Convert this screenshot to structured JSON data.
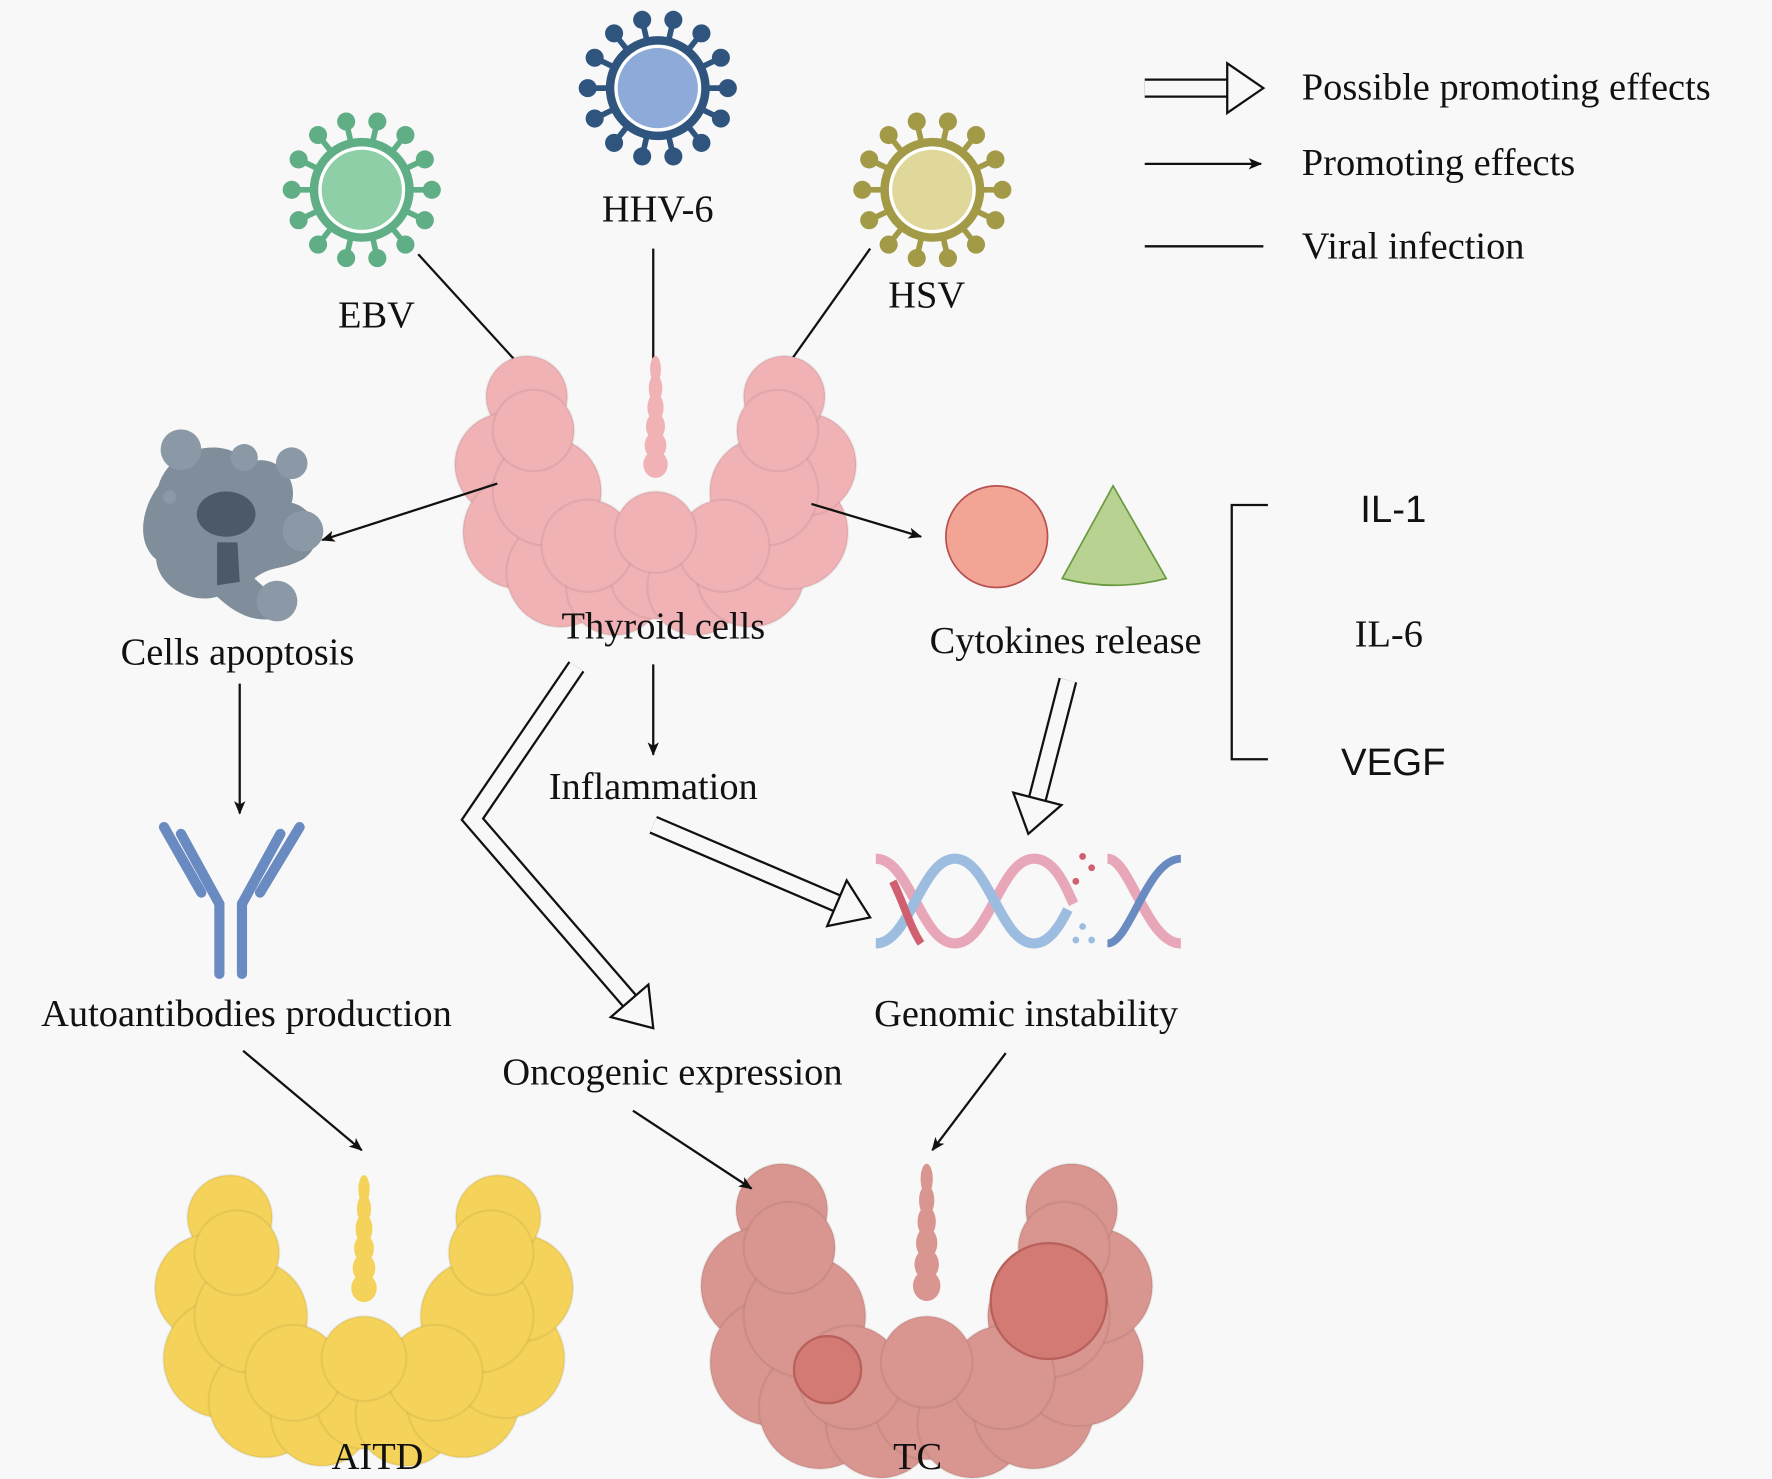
{
  "legend": {
    "possible_promoting": "Possible promoting effects",
    "promoting": "Promoting effects",
    "viral_infection": "Viral infection"
  },
  "viruses": [
    {
      "label": "EBV",
      "color": "#5fae86",
      "core": "#8fcfa8"
    },
    {
      "label": "HHV-6",
      "color": "#2f557f",
      "core": "#8eaad8"
    },
    {
      "label": "HSV",
      "color": "#a39a48",
      "core": "#e0d79a"
    }
  ],
  "nodes": {
    "thyroid_cells": "Thyroid cells",
    "cells_apoptosis": "Cells apoptosis",
    "cytokines_release": "Cytokines release",
    "inflammation": "Inflammation",
    "autoantibodies": "Autoantibodies production",
    "genomic_instability": "Genomic instability",
    "oncogenic_expression": "Oncogenic expression",
    "aitd": "AITD",
    "tc": "TC"
  },
  "cytokines": [
    "IL-1",
    "IL-6",
    "VEGF"
  ],
  "colors": {
    "thyroid": "#f0b2b5",
    "aitd": "#f5d35a",
    "tc": "#d9958f",
    "apoptotic_cell": "#7f8e9a",
    "antibody": "#6a8ac2",
    "cytokine_circle": "#f2a595",
    "cytokine_triangle": "#b7d291"
  }
}
